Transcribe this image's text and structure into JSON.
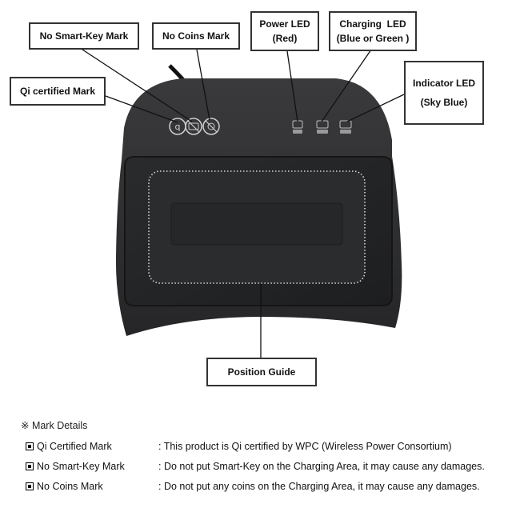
{
  "callouts": {
    "no_smart_key": "No Smart-Key Mark",
    "no_coins": "No Coins Mark",
    "power_led_line1": "Power LED",
    "power_led_line2": "(Red)",
    "charging_led_line1": "Charging  LED",
    "charging_led_line2": "(Blue or Green )",
    "qi_certified": "Qi certified Mark",
    "indicator_led_line1": "Indicator LED",
    "indicator_led_line2": "(Sky Blue)",
    "position_guide": "Position Guide"
  },
  "details": {
    "heading": "※ Mark Details",
    "rows": [
      {
        "name": "Qi Certified Mark",
        "desc": ": This product is Qi certified by WPC (Wireless Power Consortium)"
      },
      {
        "name": "No Smart-Key Mark",
        "desc": ": Do not put Smart-Key on the Charging Area, it may cause any damages."
      },
      {
        "name": "No Coins Mark",
        "desc": ": Do not put any coins on the Charging Area, it may cause any damages."
      }
    ]
  },
  "colors": {
    "device_body": "#2f2f31",
    "charging_area": "#232426",
    "position_guide_dots": "#d8d8d8",
    "callout_border": "#333333"
  }
}
